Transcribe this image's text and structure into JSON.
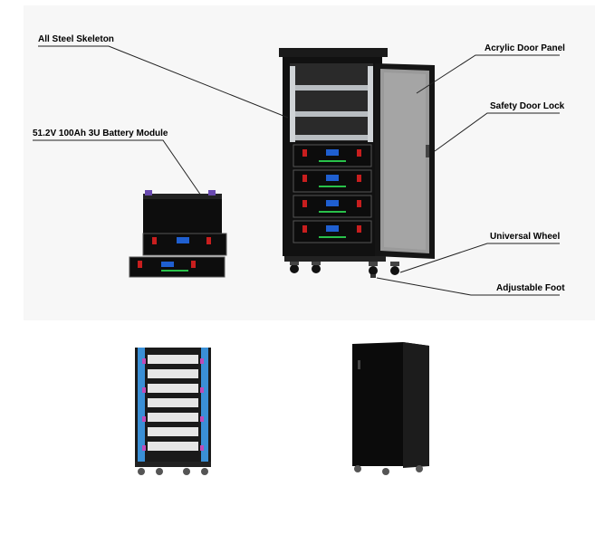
{
  "callouts": {
    "steel_skeleton": "All Steel Skeleton",
    "battery_module": "51.2V 100Ah 3U Battery Module",
    "acrylic_door": "Acrylic Door Panel",
    "door_lock": "Safety Door Lock",
    "universal_wheel": "Universal Wheel",
    "adjustable_foot": "Adjustable Foot"
  }
}
